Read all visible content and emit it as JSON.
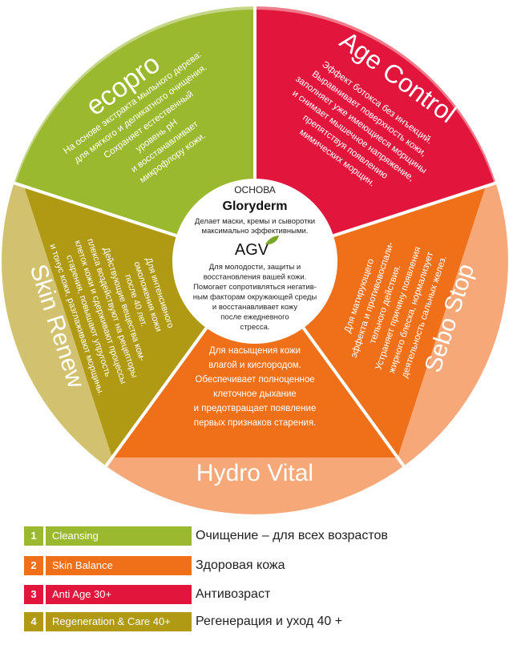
{
  "center": {
    "osnova": "ОСНОВА",
    "brand": "Gloryderm",
    "line1": "Делает маски, кремы и сыворотки",
    "line2": "максимально эффективными.",
    "agv_logo": "AGV",
    "agv_text": [
      "Для молодости, защиты и",
      "восстановления вашей кожи.",
      "Помогает сопротивляться негатив-",
      "ным факторам окружающей среды",
      "и восстанавливает кожу",
      "после ежедневного",
      "стресса."
    ]
  },
  "segments": {
    "ecopro": {
      "name": "ecopro",
      "color": "#9bb92e",
      "band_color": "#c5d688",
      "lines": [
        "На основе экстракта мыльного дерева:",
        "для мягкого и деликатного очищения.",
        "Сохраняет естественный",
        "уровень pH",
        "и восстанавливает",
        "микрофлору кожи."
      ]
    },
    "agecontrol": {
      "name": "Age Control",
      "color": "#e2163c",
      "band_color": "#ee7a8a",
      "lines": [
        "Эффект ботокса без инъекций.",
        "Выравнивает поверхность кожи,",
        "заполняет уже имеющиеся морщины",
        "и снимает мышечное напряжение,",
        "препятствуя появлению",
        "мимических морщин."
      ]
    },
    "sebostop": {
      "name": "Sebo Stop",
      "color": "#f07019",
      "band_color": "#f6a878",
      "lines": [
        "Для матирующего",
        "эффекта и противовоспали-",
        "тельного действия.",
        "Устраняет причину появления",
        "жирного блеска, нормализует",
        "деятельность сальных желез."
      ]
    },
    "hydrovital": {
      "name": "Hydro Vital",
      "color": "#f07019",
      "band_color": "#f6a878",
      "lines": [
        "Для насыщения кожи",
        "влагой и кислородом.",
        "Обеспечивает полноценное",
        "клеточное дыхание",
        "и предотвращает появление",
        "первых признаков старения."
      ]
    },
    "skinrenew": {
      "name": "Skin Renew",
      "color": "#b09a14",
      "band_color": "#d2c270",
      "lines": [
        "Для интенсивного",
        "омоложения кожи",
        "после 40 лет.",
        "Действующие вещества ком-",
        "плекса воздействуют на рецепторы",
        "клеток кожи и сдерживают процессы",
        "старения, повышают упругость",
        "и тонус кожи, разглаживают морщины."
      ]
    }
  },
  "legend": [
    {
      "num": "1",
      "tag": "Cleansing",
      "desc": "Очищение – для всех возрастов",
      "color": "#9bb92e"
    },
    {
      "num": "2",
      "tag": "Skin Balance",
      "desc": "Здоровая кожа",
      "color": "#f07019"
    },
    {
      "num": "3",
      "tag": "Anti Age 30+",
      "desc": "Антивозраст",
      "color": "#e2163c"
    },
    {
      "num": "4",
      "tag": "Regeneration & Care 40+",
      "desc": "Регенерация и уход 40 +",
      "color": "#b09a14"
    }
  ]
}
